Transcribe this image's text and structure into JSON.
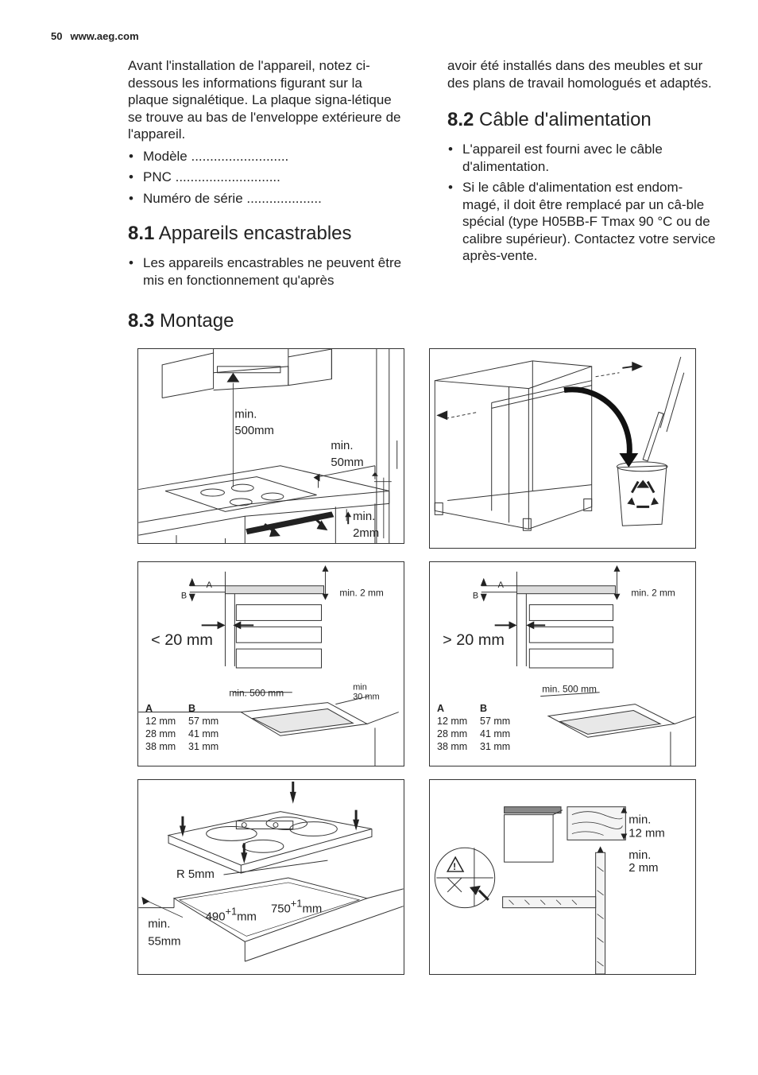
{
  "header": {
    "page_number": "50",
    "site": "www.aeg.com"
  },
  "left_column": {
    "intro": "Avant l'installation de l'appareil, notez ci-dessous les informations figurant sur la plaque signalétique. La plaque signa-létique se trouve au bas de l'enveloppe extérieure de l'appareil.",
    "bullets": [
      "Modèle ..........................",
      "PNC ............................",
      "Numéro de série ...................."
    ],
    "s81_num": "8.1",
    "s81_title": "Appareils encastrables",
    "s81_bullet": "Les appareils encastrables ne peuvent être mis en fonctionnement qu'après"
  },
  "right_column": {
    "cont": "avoir été installés dans des meubles et sur des plans de travail homologués et adaptés.",
    "s82_num": "8.2",
    "s82_title": "Câble d'alimentation",
    "bullets": [
      "L'appareil est fourni avec le câble d'alimentation.",
      "Si le câble d'alimentation est endom-magé, il doit être remplacé par un câ-ble spécial (type H05BB-F Tmax 90 °C ou de calibre supérieur). Contactez votre service après-vente."
    ]
  },
  "s83": {
    "num": "8.3",
    "title": "Montage"
  },
  "fig1": {
    "min500_l1": "min.",
    "min500_l2": "500mm",
    "min50_l1": "min.",
    "min50_l2": "50mm",
    "min2_l1": "min.",
    "min2_l2": "2mm"
  },
  "fig3": {
    "gap": "< 20 mm",
    "label_a": "A",
    "label_b": "B",
    "min2": "min. 2 mm",
    "min500": "min. 500 mm",
    "min30_l1": "min",
    "min30_l2": "30 mm"
  },
  "fig4": {
    "gap": "> 20 mm",
    "label_a": "A",
    "label_b": "B",
    "min2": "min. 2 mm",
    "min500": "min. 500 mm"
  },
  "ab_table": {
    "head_a": "A",
    "head_b": "B",
    "rows": [
      [
        "12 mm",
        "57 mm"
      ],
      [
        "28 mm",
        "41 mm"
      ],
      [
        "38 mm",
        "31 mm"
      ]
    ]
  },
  "fig5": {
    "r5": "R 5mm",
    "w490": "490",
    "w750": "750",
    "plus1": "+1",
    "mm": "mm",
    "min55_l1": "min.",
    "min55_l2": "55mm"
  },
  "fig6": {
    "min12_l1": "min.",
    "min12_l2": "12 mm",
    "min2_l1": "min.",
    "min2_l2": "2 mm"
  }
}
